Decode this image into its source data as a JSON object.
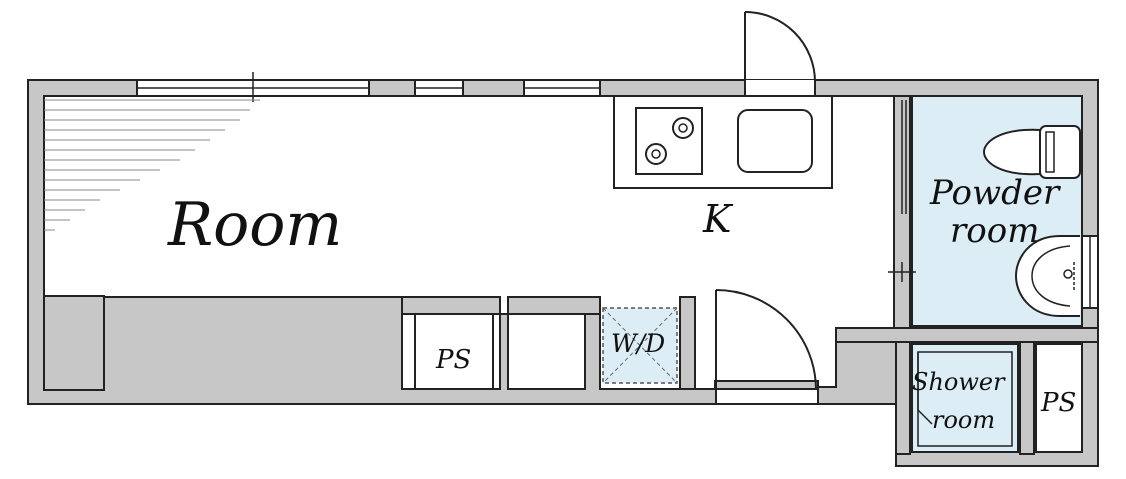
{
  "labels": {
    "room": "Room",
    "kitchen": "K",
    "powder_line1": "Powder",
    "powder_line2": "room",
    "shower_line1": "Shower",
    "shower_line2": "room",
    "ps_left": "PS",
    "ps_right": "PS",
    "washer_dryer": "W/D"
  },
  "colors": {
    "wall": "#c7c7c7",
    "wet_area": "#dcedf6",
    "line": "#222222",
    "background": "#ffffff"
  }
}
